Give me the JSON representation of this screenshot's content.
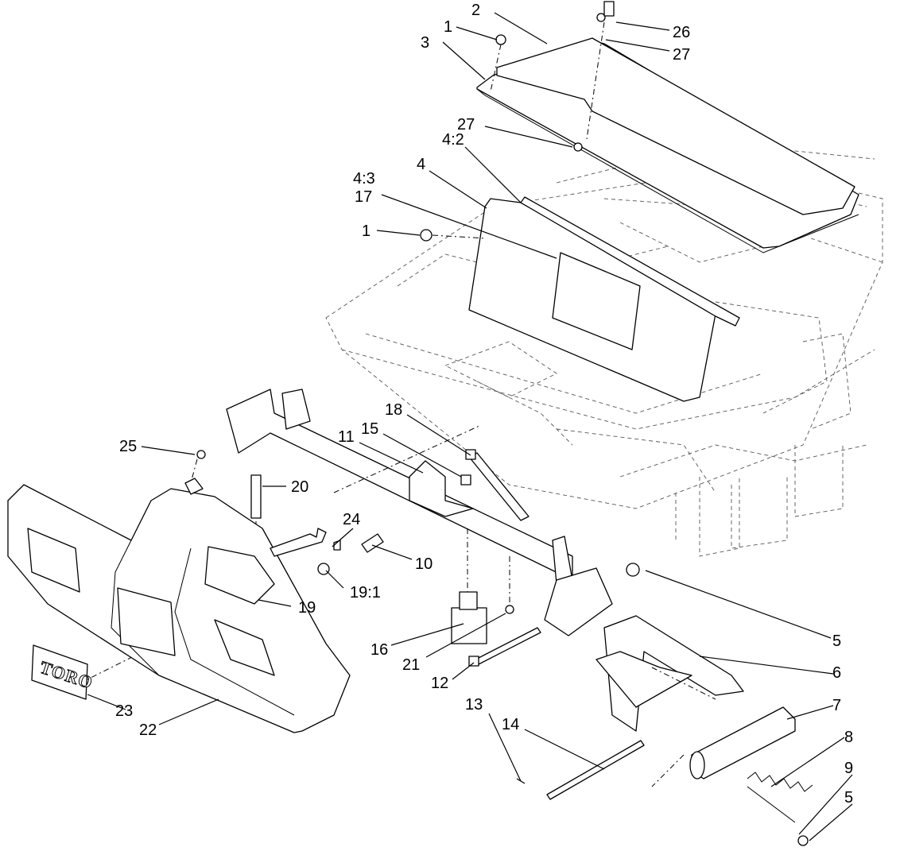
{
  "diagram": {
    "type": "exploded-parts-diagram",
    "brand_decal_text": "TORO",
    "callouts": [
      {
        "id": "c2",
        "label": "2"
      },
      {
        "id": "c1a",
        "label": "1"
      },
      {
        "id": "c3",
        "label": "3"
      },
      {
        "id": "c26",
        "label": "26"
      },
      {
        "id": "c27a",
        "label": "27"
      },
      {
        "id": "c27b",
        "label": "27"
      },
      {
        "id": "c4_2",
        "label": "4:2"
      },
      {
        "id": "c4",
        "label": "4"
      },
      {
        "id": "c4_3",
        "label": "4:3"
      },
      {
        "id": "c17",
        "label": "17"
      },
      {
        "id": "c1b",
        "label": "1"
      },
      {
        "id": "c18",
        "label": "18"
      },
      {
        "id": "c15",
        "label": "15"
      },
      {
        "id": "c11",
        "label": "11"
      },
      {
        "id": "c25",
        "label": "25"
      },
      {
        "id": "c20",
        "label": "20"
      },
      {
        "id": "c24",
        "label": "24"
      },
      {
        "id": "c10",
        "label": "10"
      },
      {
        "id": "c19_1",
        "label": "19:1"
      },
      {
        "id": "c19",
        "label": "19"
      },
      {
        "id": "c5a",
        "label": "5"
      },
      {
        "id": "c16",
        "label": "16"
      },
      {
        "id": "c21",
        "label": "21"
      },
      {
        "id": "c6",
        "label": "6"
      },
      {
        "id": "c12",
        "label": "12"
      },
      {
        "id": "c7",
        "label": "7"
      },
      {
        "id": "c13",
        "label": "13"
      },
      {
        "id": "c14",
        "label": "14"
      },
      {
        "id": "c8",
        "label": "8"
      },
      {
        "id": "c23",
        "label": "23"
      },
      {
        "id": "c22",
        "label": "22"
      },
      {
        "id": "c9",
        "label": "9"
      },
      {
        "id": "c5b",
        "label": "5"
      }
    ]
  }
}
